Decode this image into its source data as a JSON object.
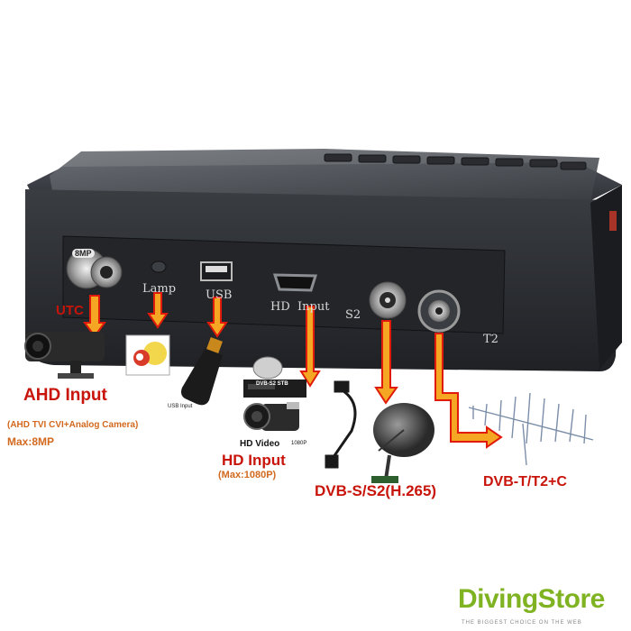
{
  "device": {
    "ports": {
      "camera_tag": "8MP",
      "lamp": "Lamp",
      "usb": "USB",
      "hd_input": "HD  Input",
      "s2": "S2",
      "t2": "T2"
    }
  },
  "annotations": {
    "utc": "UTC",
    "ahd_input": "AHD Input",
    "ahd_formats": "(AHD TVI CVI+Analog Camera)",
    "ahd_max": "Max:8MP",
    "usb_input": "USB Input",
    "stb_tag": "DVB-S2 STB",
    "hd_video": "HD Video",
    "hd_video_res": "1080P",
    "hd_input": "HD Input",
    "hd_max": "(Max:1080P)",
    "dvbs": "DVB-S/S2(H.265)",
    "dvbt": "DVB-T/T2+C"
  },
  "brand": {
    "name": "DivingStore",
    "tagline": "THE BIGGEST CHOICE ON THE WEB"
  },
  "colors": {
    "arrow_outline": "#e01b0b",
    "arrow_fill": "#f5a623",
    "device_body": "#2b2e33",
    "brand_green": "#7fb321",
    "label_red": "#c8140a"
  }
}
